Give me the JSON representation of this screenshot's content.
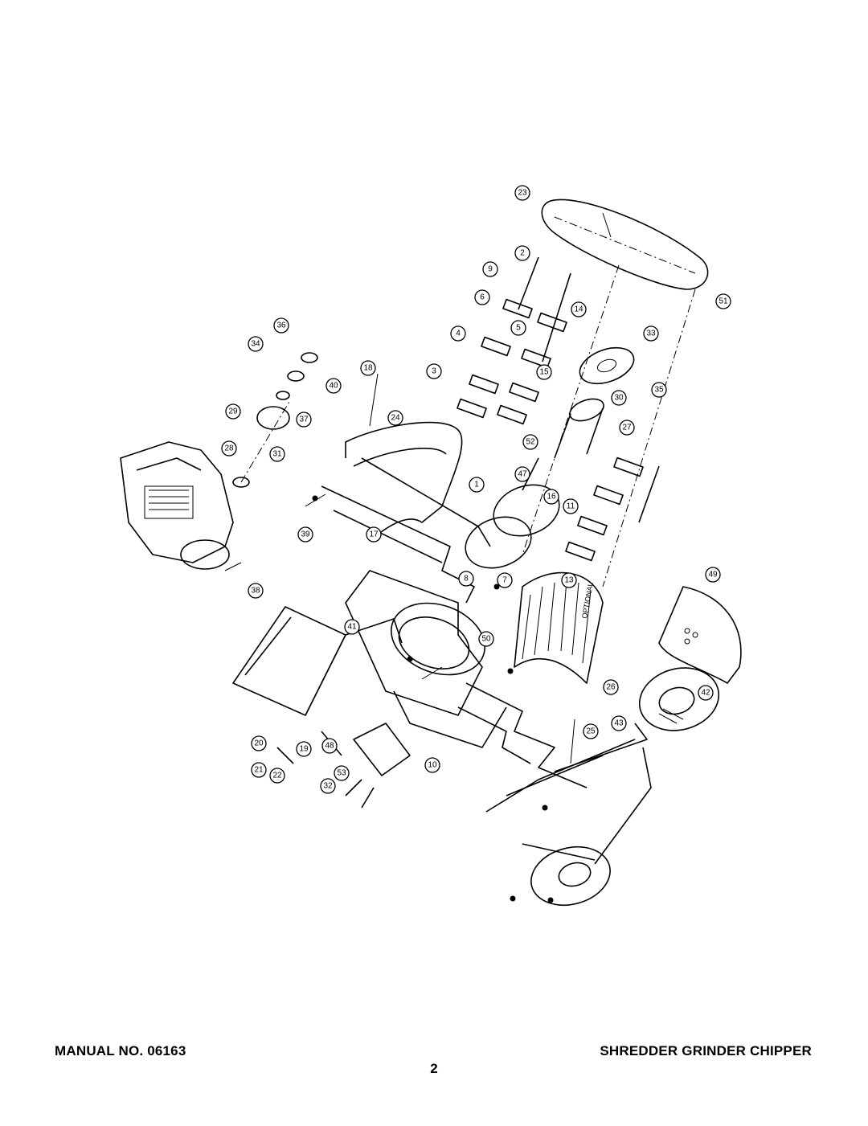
{
  "footer": {
    "manual_no": "MANUAL NO. 06163",
    "title": "SHREDDER GRINDER CHIPPER",
    "page_number": "2"
  },
  "diagram": {
    "optional_label": "OPTIONAL"
  },
  "callouts": [
    {
      "n": "23"
    },
    {
      "n": "2"
    },
    {
      "n": "9"
    },
    {
      "n": "6"
    },
    {
      "n": "14"
    },
    {
      "n": "36"
    },
    {
      "n": "34"
    },
    {
      "n": "40"
    },
    {
      "n": "18"
    },
    {
      "n": "29"
    },
    {
      "n": "28"
    },
    {
      "n": "37"
    },
    {
      "n": "24"
    },
    {
      "n": "31"
    },
    {
      "n": "33"
    },
    {
      "n": "35"
    },
    {
      "n": "30"
    },
    {
      "n": "27"
    },
    {
      "n": "4"
    },
    {
      "n": "5"
    },
    {
      "n": "3"
    },
    {
      "n": "15"
    },
    {
      "n": "52"
    },
    {
      "n": "47"
    },
    {
      "n": "1"
    },
    {
      "n": "16"
    },
    {
      "n": "11"
    },
    {
      "n": "38"
    },
    {
      "n": "39"
    },
    {
      "n": "17"
    },
    {
      "n": "8"
    },
    {
      "n": "7"
    },
    {
      "n": "13"
    },
    {
      "n": "49"
    },
    {
      "n": "41"
    },
    {
      "n": "50"
    },
    {
      "n": "26"
    },
    {
      "n": "42"
    },
    {
      "n": "43"
    },
    {
      "n": "25"
    },
    {
      "n": "20"
    },
    {
      "n": "21"
    },
    {
      "n": "22"
    },
    {
      "n": "19"
    },
    {
      "n": "48"
    },
    {
      "n": "10"
    },
    {
      "n": "53"
    },
    {
      "n": "32"
    },
    {
      "n": "51"
    }
  ]
}
